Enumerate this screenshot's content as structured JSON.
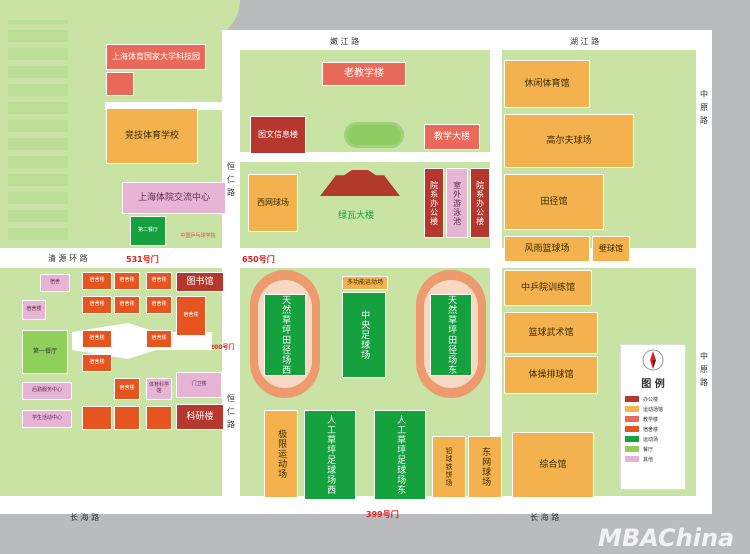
{
  "roads": {
    "pujiang_left": "嫩 江 路",
    "pujiang_right": "湖 江 路",
    "zhongyuan_top": "中原路",
    "zhongyuan_bottom": "中原路",
    "hengren_top": "恒仁路",
    "hengren_bottom": "恒仁路",
    "qingyuan": "清 源 环 路",
    "changhai_left": "长 海 路",
    "changhai_right": "长 海 路"
  },
  "gates": {
    "g531": "531号门",
    "g650": "650号门",
    "g200": "200号门",
    "g399": "399号门"
  },
  "buildings": {
    "science_park": "上海体育国家大学科技园",
    "jingji_school": "竞技体育学校",
    "exchange_center": "上海体院交流中心",
    "second_restaurant": "第二餐厅",
    "table_tennis_school": "中国乒乓球学院",
    "old_teaching": "老教学楼",
    "library_info": "图文信息楼",
    "west_tennis": "西网球场",
    "lvwa": "绿瓦大楼",
    "teaching": "教学大楼",
    "dept_office_left": "院系办公楼",
    "outdoor_pool": "室外游泳池",
    "dept_office_right": "院系办公楼",
    "leisure": "休闲体育馆",
    "golf": "高尔夫球场",
    "track_hall": "田径馆",
    "wind_rain_basket": "风雨篮球场",
    "wall_ball": "壁球馆",
    "pingpong_training": "中乒院训练馆",
    "basket_wushu": "篮球武术馆",
    "gym_volley": "体操排球馆",
    "comprehensive": "综合馆",
    "multi_sport": "多功能运动场",
    "natural_west": "天然草坪田径场西",
    "central_football": "中央足球场",
    "natural_east": "天然草坪田径场东",
    "extreme": "极限运动场",
    "artificial_west": "人工草坪足球场西",
    "artificial_east": "人工草坪足球场东",
    "shot_discus": "铅球铁饼场",
    "east_tennis": "东网球场",
    "library": "图书馆",
    "research": "科研楼",
    "first_restaurant": "第一餐厅",
    "small_labels": [
      "宿舍",
      "宿舍楼",
      "宿舍楼",
      "宿舍楼",
      "宿舍楼",
      "宿舍楼",
      "宿舍楼",
      "宿舍楼",
      "宿舍楼",
      "宿舍楼",
      "宿舍楼",
      "宿舍楼",
      "宿舍楼"
    ],
    "student_center": "学生活动中心",
    "health_center": "后勤服务中心",
    "gym_small": "体育科学馆",
    "west_gate_bldg": "门卫楼"
  },
  "legend": {
    "title": "图 例",
    "items": [
      {
        "label": "办公楼",
        "color": "#b5372d"
      },
      {
        "label": "运动场馆",
        "color": "#f4b24e"
      },
      {
        "label": "教学楼",
        "color": "#e96a5a"
      },
      {
        "label": "宿舍楼",
        "color": "#e6541f"
      },
      {
        "label": "运动场",
        "color": "#16a13f"
      },
      {
        "label": "餐厅",
        "color": "#8fd05a"
      },
      {
        "label": "其他",
        "color": "#e7b4d6"
      }
    ]
  },
  "watermark": "MBAChina"
}
